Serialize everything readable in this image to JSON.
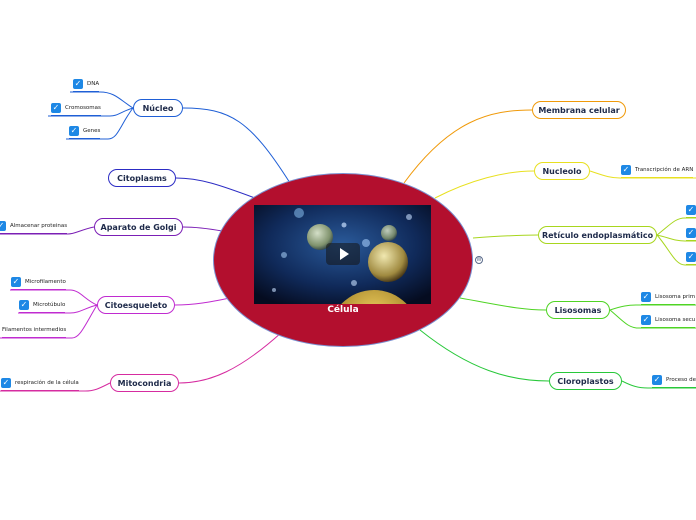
{
  "central": {
    "label": "Célula",
    "media": "video-thumbnail",
    "fill": "#b30f2e"
  },
  "topics": [
    {
      "id": "nucleo",
      "label": "Núcleo",
      "color": "#1f5fd6"
    },
    {
      "id": "citoplasma",
      "label": "Citoplasms",
      "color": "#2c2cc4"
    },
    {
      "id": "golgi",
      "label": "Aparato de Golgi",
      "color": "#7b1fb5"
    },
    {
      "id": "citoesqueleto",
      "label": "Citoesqueleto",
      "color": "#c02bd0"
    },
    {
      "id": "mitocondria",
      "label": "Mitocondria",
      "color": "#d62ca0"
    },
    {
      "id": "membrana",
      "label": "Membrana celular",
      "color": "#f09a0a"
    },
    {
      "id": "nucleolo",
      "label": "Nucleolo",
      "color": "#e8e020"
    },
    {
      "id": "reticulo",
      "label": "Retículo endoplasmático",
      "color": "#a8d61e"
    },
    {
      "id": "lisosomas",
      "label": "Lisosomas",
      "color": "#4fd424"
    },
    {
      "id": "cloroplastos",
      "label": "Cloroplastos",
      "color": "#28c83a"
    }
  ],
  "leaves": {
    "dna": "DNA",
    "cromosomas": "Cromosomas",
    "genes": "Genes",
    "almacenar": "Almacenar proteinas",
    "microfilamento": "Microfilamento",
    "microtubulo": "Microtúbulo",
    "filamentos": "Filamentos intermedios",
    "respiracion": "respiración de la célula",
    "transcripcion": "Transcripción de ARN",
    "lisosoma_prim": "Lisosoma prim",
    "lisosoma_secu": "Lisosoma secu",
    "proceso": "Proceso de"
  },
  "icons": {
    "check": "checkbox-icon",
    "play": "play-icon",
    "misc": "wordpress-icon"
  }
}
